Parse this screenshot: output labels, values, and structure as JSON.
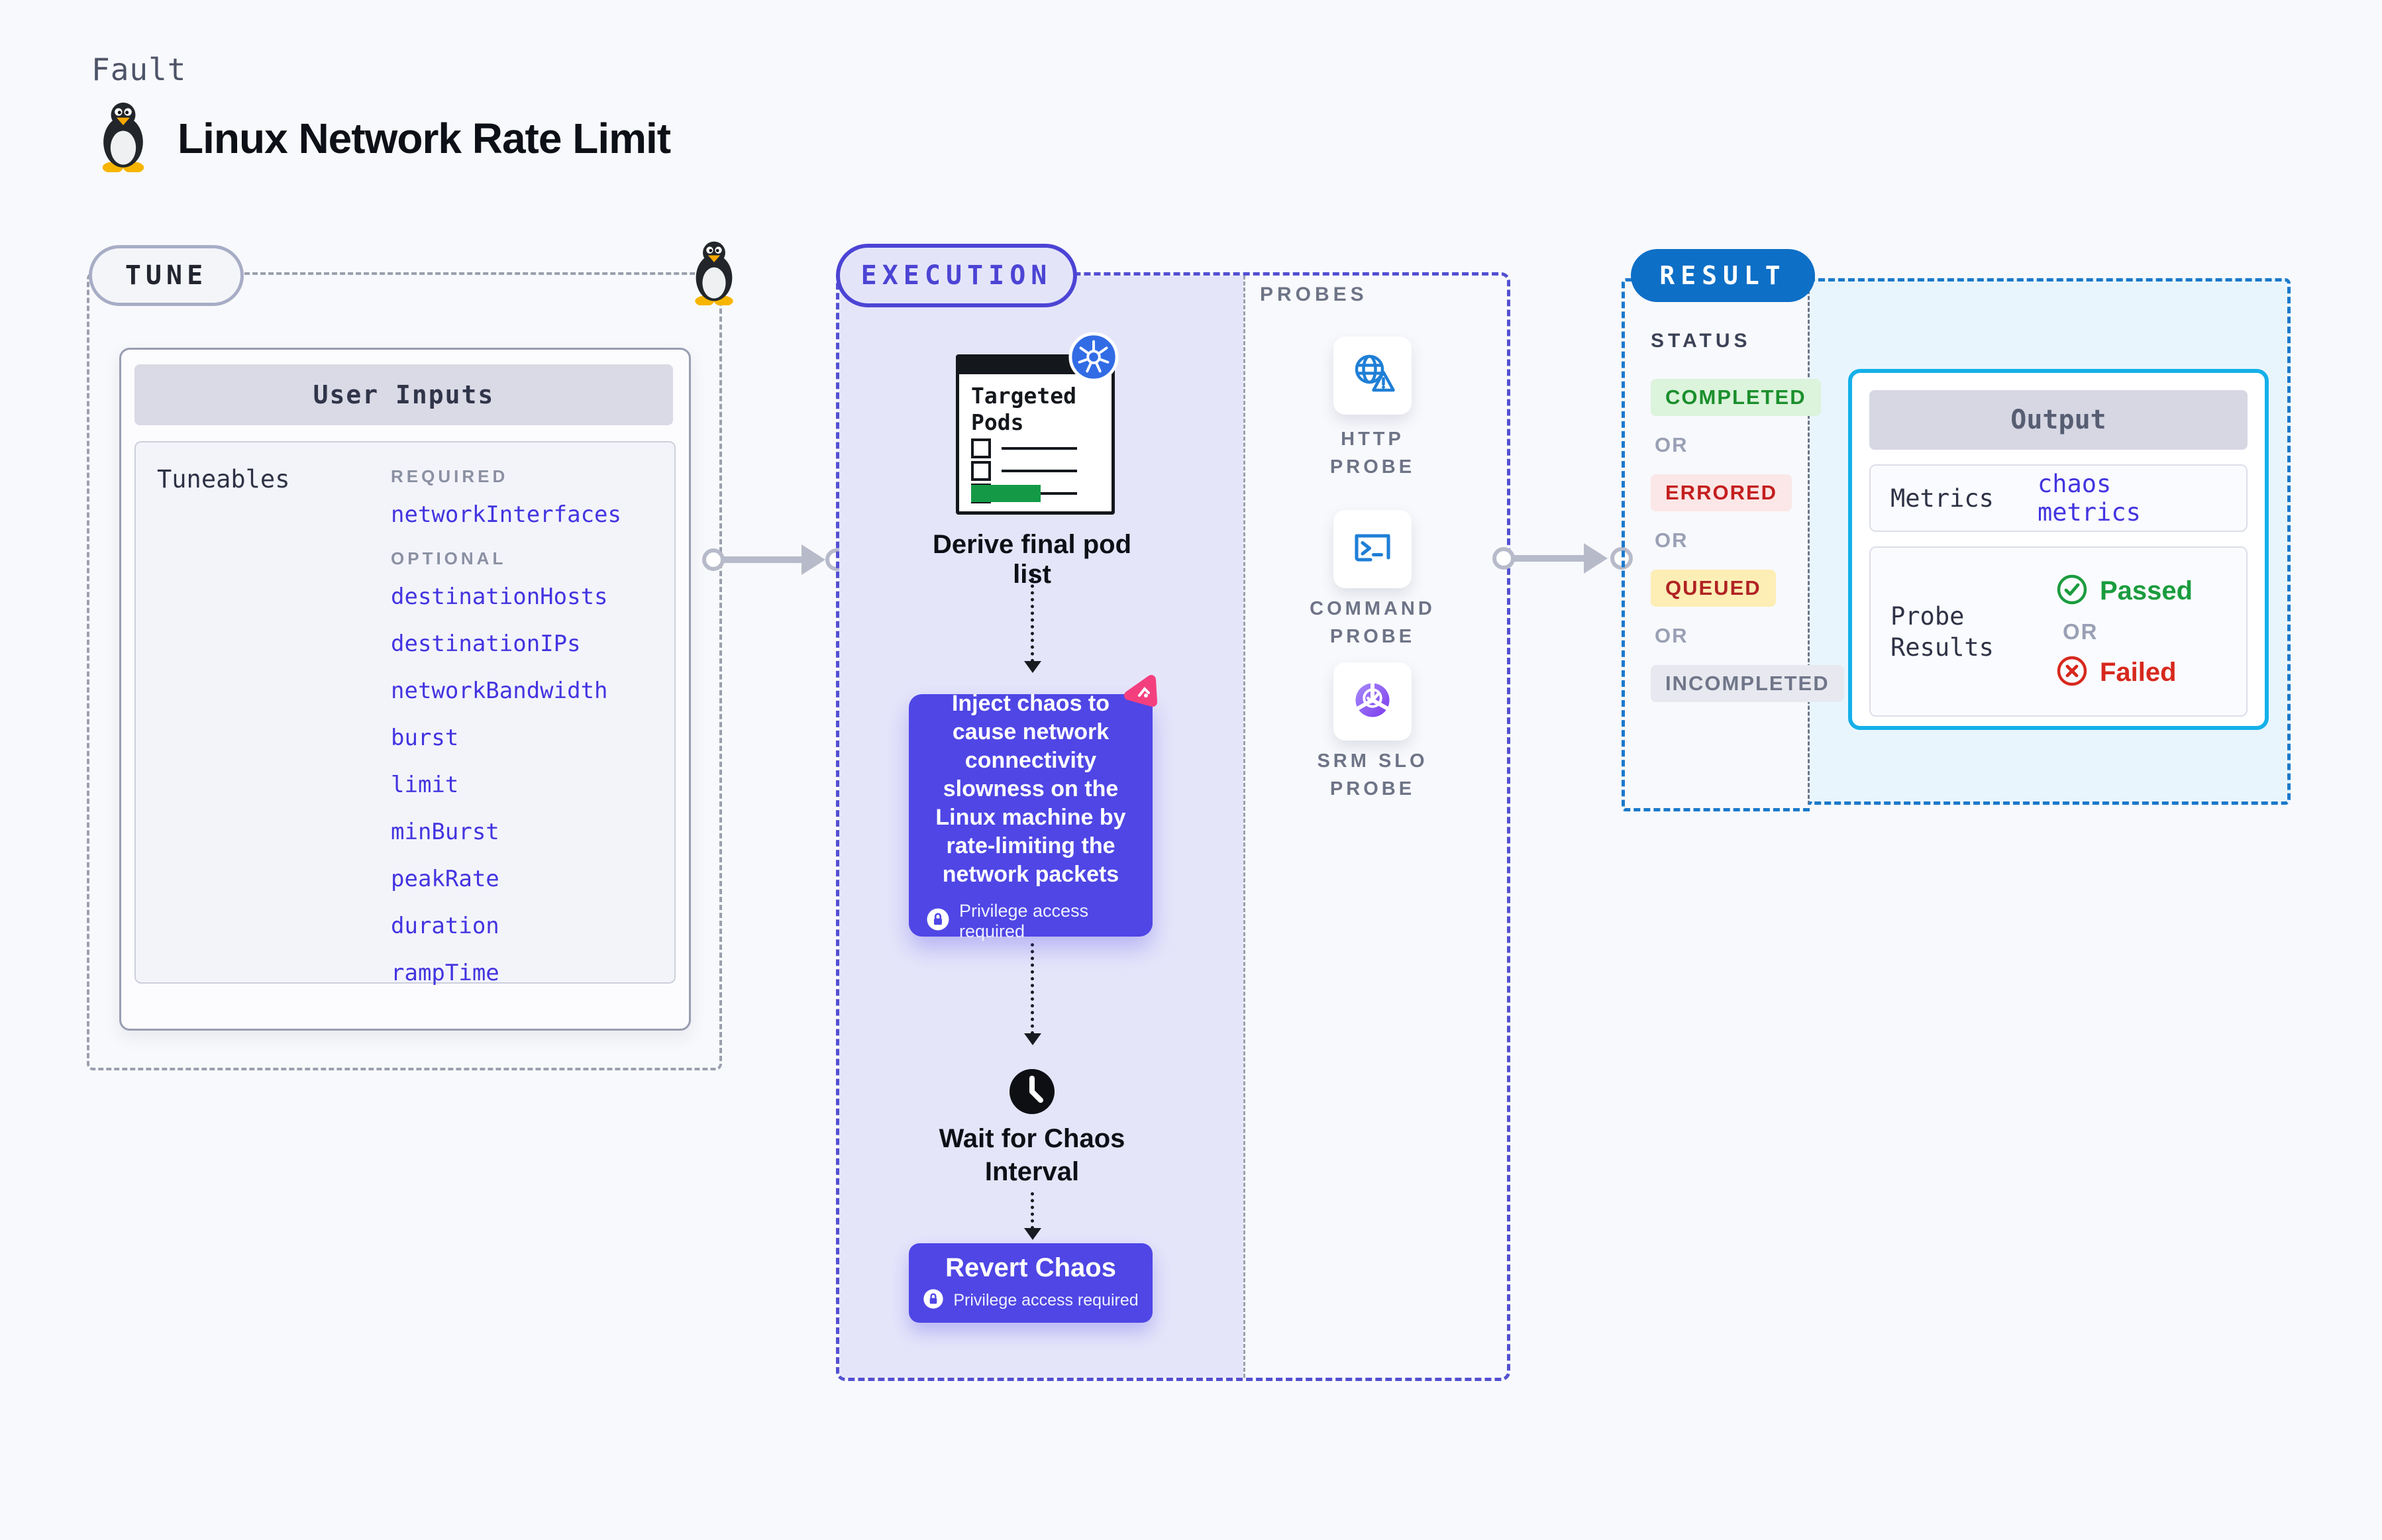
{
  "header": {
    "kicker": "Fault",
    "title": "Linux Network Rate Limit"
  },
  "tune": {
    "label": "TUNE",
    "panel_title": "User Inputs",
    "tuneables_label": "Tuneables",
    "required_label": "REQUIRED",
    "optional_label": "OPTIONAL",
    "required": [
      "networkInterfaces"
    ],
    "optional": [
      "destinationHosts",
      "destinationIPs",
      "networkBandwidth",
      "burst",
      "limit",
      "minBurst",
      "peakRate",
      "duration",
      "rampTime"
    ]
  },
  "execution": {
    "label": "EXECUTION",
    "targeted_pods_title": "Targeted Pods",
    "derive_label": "Derive final pod list",
    "inject_text": "Inject chaos to cause network connectivity slowness on the Linux machine by rate-limiting the network packets",
    "privilege_label": "Privilege access required",
    "wait_label": "Wait for Chaos Interval",
    "revert_label": "Revert Chaos"
  },
  "probes": {
    "label": "PROBES",
    "items": [
      {
        "label": "HTTP PROBE",
        "icon": "http-probe-icon"
      },
      {
        "label": "COMMAND PROBE",
        "icon": "command-probe-icon"
      },
      {
        "label": "SRM SLO PROBE",
        "icon": "srm-slo-probe-icon"
      }
    ]
  },
  "result": {
    "label": "RESULT",
    "status_label": "STATUS",
    "or_label": "OR",
    "statuses": [
      {
        "label": "COMPLETED",
        "fg": "#1b8f2c",
        "bg": "#dcf3dc"
      },
      {
        "label": "ERRORED",
        "fg": "#c41f1f",
        "bg": "#fbe7e7"
      },
      {
        "label": "QUEUED",
        "fg": "#b02323",
        "bg": "#fdeeb5"
      },
      {
        "label": "INCOMPLETED",
        "fg": "#707689",
        "bg": "#e8e9f0"
      }
    ],
    "output": {
      "title": "Output",
      "metrics_label": "Metrics",
      "metrics_value": "chaos metrics",
      "probe_results_label": "Probe Results",
      "passed_label": "Passed",
      "or_label": "OR",
      "failed_label": "Failed"
    }
  },
  "colors": {
    "accent_indigo": "#4c44d4",
    "chaos_box_indigo": "#4f46e5",
    "execution_fill": "#e5e5fa",
    "result_blue": "#0e6fc6",
    "output_border_cyan": "#14b0e9",
    "link_indigo": "#4334e0",
    "passed_green": "#1a9c3e",
    "failed_red": "#d7281d",
    "k8s_blue": "#326ce5",
    "litmus_pink": "#f43f7f",
    "pods_green": "#149a46"
  }
}
